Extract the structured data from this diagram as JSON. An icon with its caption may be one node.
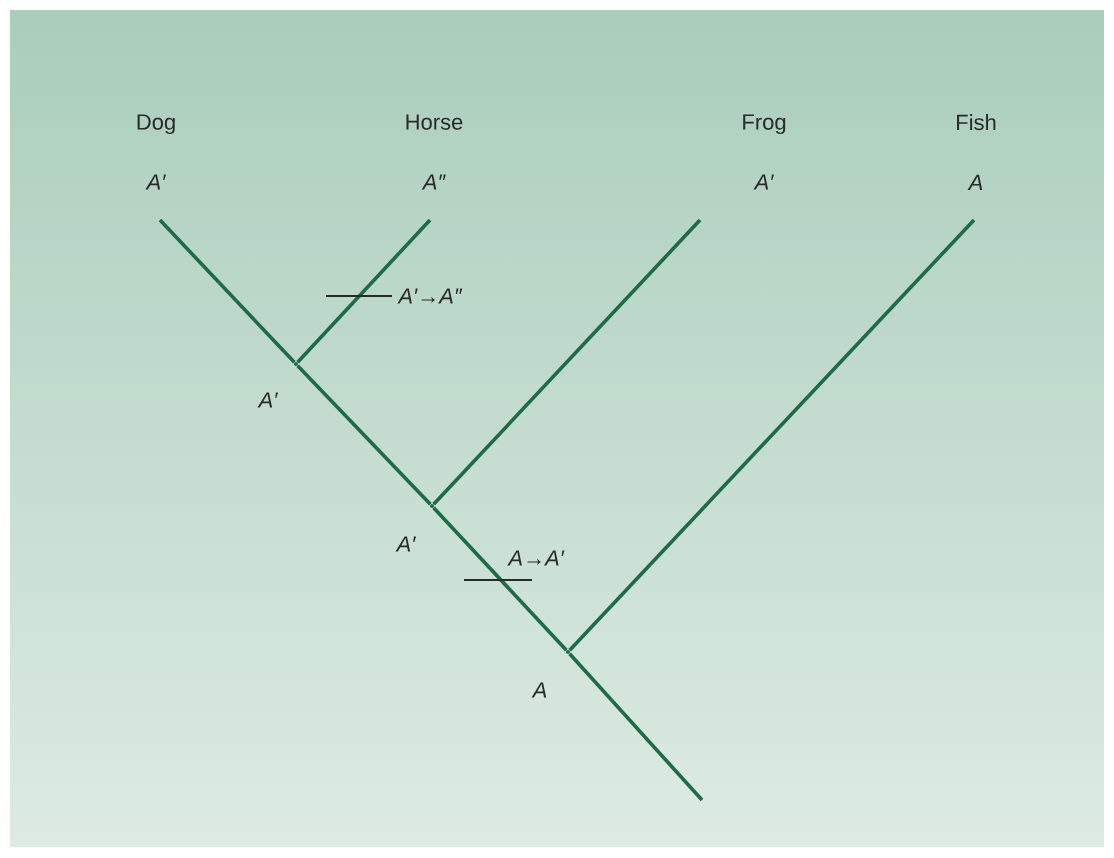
{
  "diagram": {
    "nodes": [
      {
        "text": [
          "Dog",
          "A′"
        ]
      },
      {
        "text": [
          "Horse",
          "A″"
        ]
      },
      {
        "text": [
          "Frog",
          "A′"
        ]
      },
      {
        "text": [
          "Fish",
          "A"
        ]
      },
      {
        "text": [],
        "shape": "point",
        "beside": [
          "A′"
        ]
      },
      {
        "text": [],
        "shape": "point",
        "beside": [
          "A′"
        ]
      },
      {
        "text": [],
        "shape": "point",
        "beside": [
          "A"
        ]
      }
    ],
    "edges": [
      {
        "from": 0,
        "to": 4,
        "arrow": "none"
      },
      {
        "from": 1,
        "to": 4,
        "arrow": "none",
        "label": "A′→A″"
      },
      {
        "from": 4,
        "to": 5,
        "arrow": "none"
      },
      {
        "from": 2,
        "to": 5,
        "arrow": "none"
      },
      {
        "from": 5,
        "to": 6,
        "arrow": "none",
        "label": "A→A′"
      },
      {
        "from": 3,
        "to": 6,
        "arrow": "none"
      },
      {
        "from": 6,
        "to": null,
        "arrow": "none"
      }
    ]
  }
}
